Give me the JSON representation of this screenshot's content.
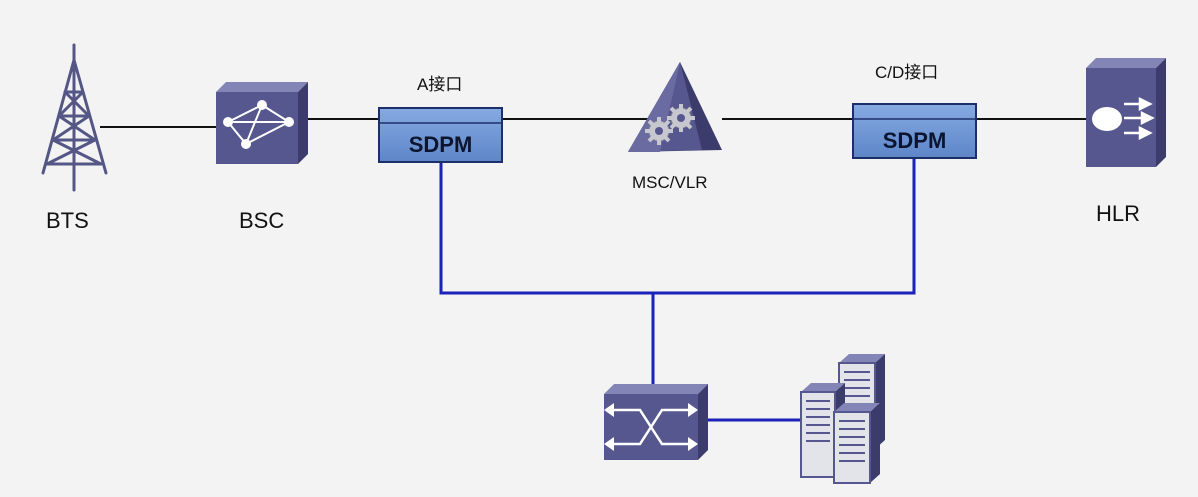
{
  "nodes": {
    "bts": {
      "label": "BTS"
    },
    "bsc": {
      "label": "BSC"
    },
    "msc": {
      "label": "MSC/VLR"
    },
    "hlr": {
      "label": "HLR"
    },
    "sdpm_a": {
      "label": "SDPM"
    },
    "sdpm_cd": {
      "label": "SDPM"
    }
  },
  "interfaces": {
    "a": {
      "label": "A接口"
    },
    "cd": {
      "label": "C/D接口"
    }
  },
  "colors": {
    "background": "#f3f3f3",
    "signal_line": "#111111",
    "monitor_line": "#1a22b8",
    "sdpm_fill": "#6f97d6",
    "sdpm_border": "#1c2f6a",
    "device_fill": "#56578f",
    "device_top": "#8485b7",
    "device_side": "#3b3c6c"
  },
  "icons": {
    "bts": "radio-tower-icon",
    "bsc": "bsc-hub-icon",
    "msc": "gear-pyramid-icon",
    "hlr": "database-server-icon",
    "switch": "network-switch-icon",
    "servers": "server-rack-icon"
  }
}
